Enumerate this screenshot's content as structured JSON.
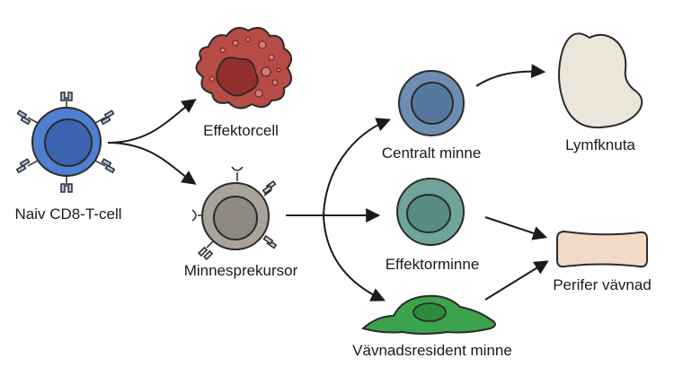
{
  "labels": {
    "naive": "Naiv CD8-T-cell",
    "effector_cell": "Effektorcell",
    "memory_precursor": "Minnesprekursor",
    "central_memory": "Centralt minne",
    "effector_memory": "Effektorminne",
    "tissue_resident_memory": "Vävnadsresident minne",
    "lymph_node": "Lymfknuta",
    "peripheral_tissue": "Perifer vävnad"
  },
  "colors": {
    "naive": "#4f7fd0",
    "effector": "#b74b45",
    "precursor": "#a9a39c",
    "central": "#6d8db2",
    "effector_memory": "#6fa39b",
    "tissue_resident": "#3ba34b",
    "lymph_node": "#ebe5da",
    "peripheral": "#f3d9c7"
  }
}
